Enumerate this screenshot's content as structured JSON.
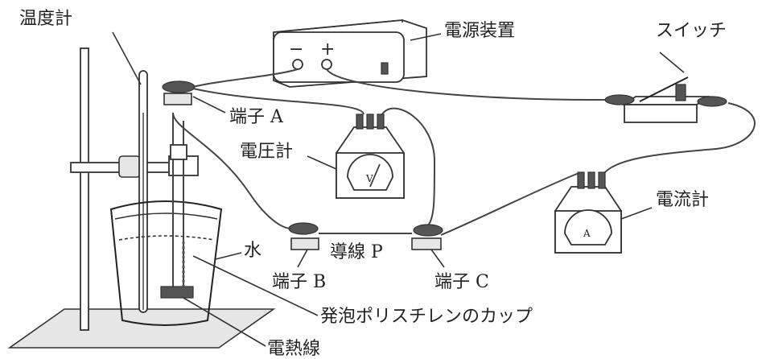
{
  "labels": {
    "thermometer": "温度計",
    "power_supply": "電源装置",
    "minus": "−",
    "plus": "+",
    "switch": "スイッチ",
    "terminal_a": "端子 A",
    "voltmeter": "電圧計",
    "voltmeter_symbol": "V",
    "ammeter": "電流計",
    "ammeter_symbol": "A",
    "water": "水",
    "terminal_b": "端子 B",
    "wire_p": "導線 P",
    "terminal_c": "端子 C",
    "cup": "発泡ポリスチレンのカップ",
    "heating_wire": "電熱線"
  }
}
